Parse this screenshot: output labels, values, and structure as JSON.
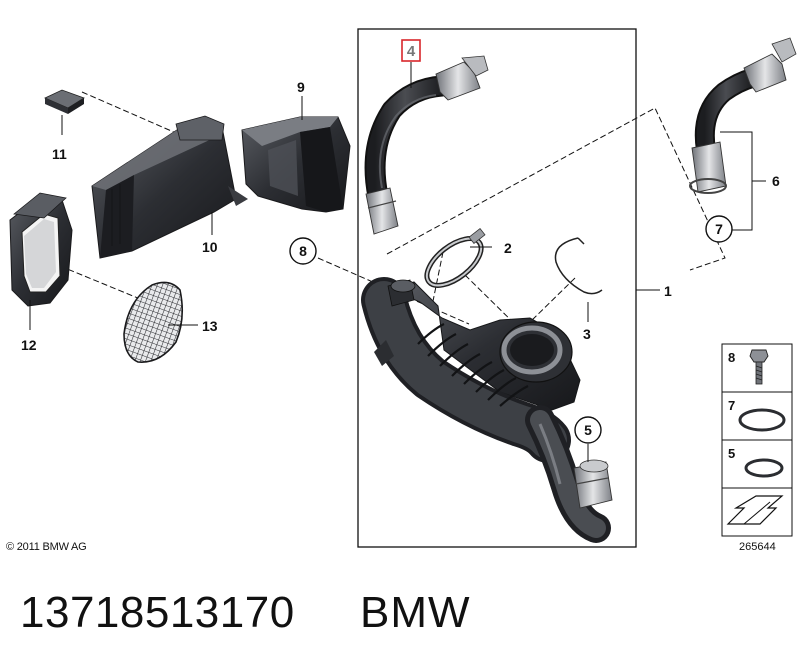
{
  "callouts": {
    "c1": "1",
    "c2": "2",
    "c3": "3",
    "c4": "4",
    "c5": "5",
    "c6": "6",
    "c7": "7",
    "c8": "8",
    "c9": "9",
    "c10": "10",
    "c11": "11",
    "c12": "12",
    "c13": "13"
  },
  "legend": {
    "item_8": "8",
    "item_7": "7",
    "item_5": "5"
  },
  "footer": {
    "copyright": "© 2011 BMW AG",
    "diagram_id": "265644"
  },
  "caption": {
    "part_number": "13718513170",
    "brand": "BMW"
  },
  "colors": {
    "highlight": "#d9262b",
    "part_dark": "#2b2d31",
    "part_mid": "#4a4d52",
    "part_light": "#8d9096",
    "line": "#111111"
  }
}
